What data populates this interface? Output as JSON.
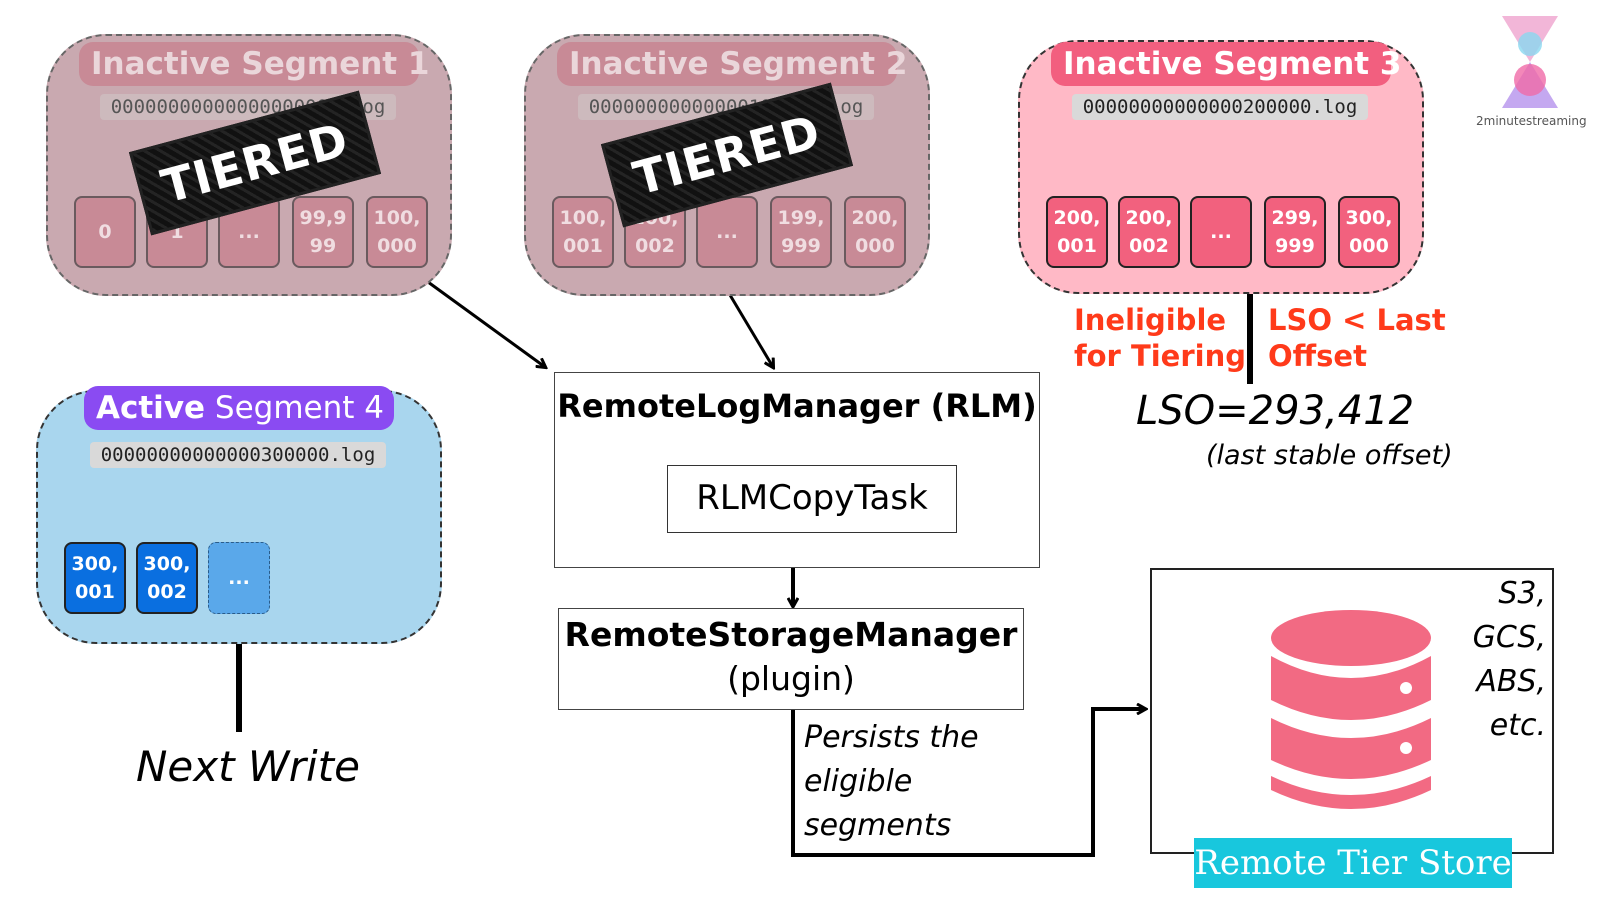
{
  "segments": {
    "seg1": {
      "title": "Inactive Segment 1",
      "file": "00000000000000000000.log",
      "stamp": "TIERED",
      "offsets": [
        "0",
        "1",
        "...",
        "99,9\n99",
        "100,\n000"
      ]
    },
    "seg2": {
      "title": "Inactive Segment 2",
      "file": "00000000000000100001.log",
      "stamp": "TIERED",
      "offsets": [
        "100,\n001",
        "100,\n002",
        "...",
        "199,\n999",
        "200,\n000"
      ]
    },
    "seg3": {
      "title": "Inactive Segment 3",
      "file": "00000000000000200000.log",
      "offsets": [
        "200,\n001",
        "200,\n002",
        "...",
        "299,\n999",
        "300,\n000"
      ]
    },
    "seg4": {
      "title_bold": "Active",
      "title_rest": " Segment 4",
      "file": "00000000000000300000.log",
      "offsets": [
        "300,\n001",
        "300,\n002",
        "..."
      ]
    }
  },
  "annotations": {
    "ineligible": "Ineligible\nfor Tiering",
    "lso_cond": "LSO < Last\nOffset",
    "lso_value": "LSO=293,412",
    "lso_desc": "(last stable offset)",
    "next_write": "Next Write",
    "persists": "Persists the\neligible\nsegments"
  },
  "rlm": {
    "title": "RemoteLogManager (RLM)",
    "task": "RLMCopyTask"
  },
  "rsm": {
    "title": "RemoteStorageManager",
    "subtitle": "(plugin)"
  },
  "remote_store": {
    "label": "Remote Tier Store",
    "providers": [
      "S3,",
      "GCS,",
      "ABS,",
      "etc."
    ],
    "icon": "database-icon"
  },
  "logo": {
    "text": "2minutestreaming"
  },
  "colors": {
    "tiered_pink": "#c88a96",
    "seg3_pink": "#f25f7f",
    "seg4_purple": "#8a4bf2",
    "seg4_blue": "#0a6fe0",
    "red_annotation": "#ff3a1a",
    "store_label_bg": "#18c7dd",
    "database_pink": "#f26a83"
  }
}
